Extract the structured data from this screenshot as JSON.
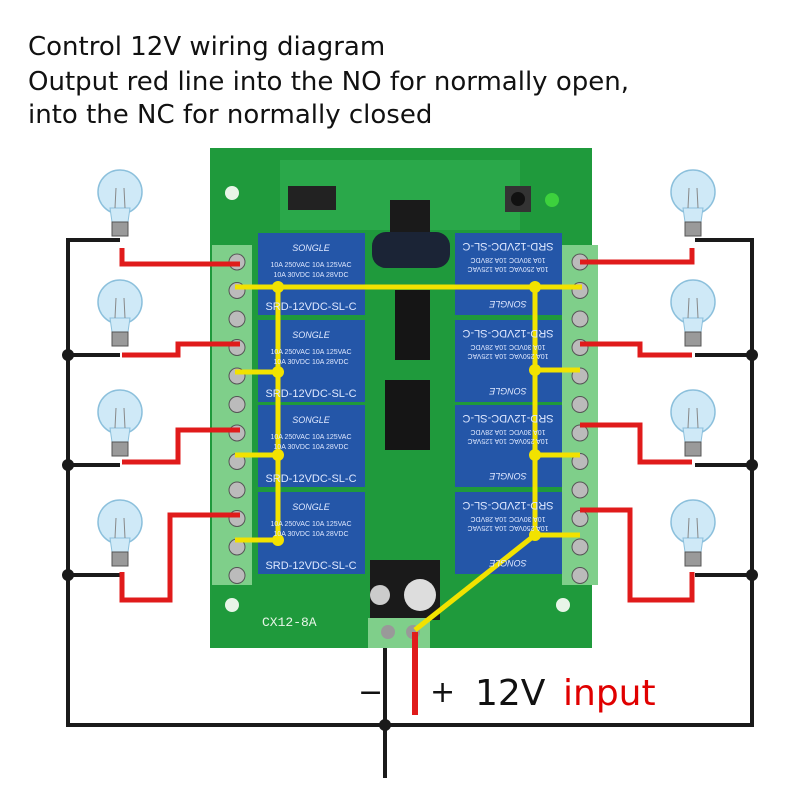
{
  "header": {
    "line1": "Control 12V wiring diagram",
    "line2": "Output red line into the NO for normally open,",
    "line3": "into the NC for normally closed"
  },
  "board": {
    "model": "CX12-8A",
    "relay_brand": "SONGLE",
    "relay_model": "SRD-12VDC-SL-C",
    "relay_rating1": "10A 250VAC  10A 125VAC",
    "relay_rating2": "10A 30VDC  10A 28VDC"
  },
  "power": {
    "minus": "−",
    "plus": "+",
    "voltage": "12V",
    "input": "input"
  },
  "colors": {
    "pcb": "#1f9a3c",
    "relay": "#2456a8",
    "terminal": "#7fcf8a",
    "yellow_wire": "#f2e200",
    "red_wire": "#e01b1b",
    "black_wire": "#1a1a1a",
    "input_text": "#e00000"
  }
}
